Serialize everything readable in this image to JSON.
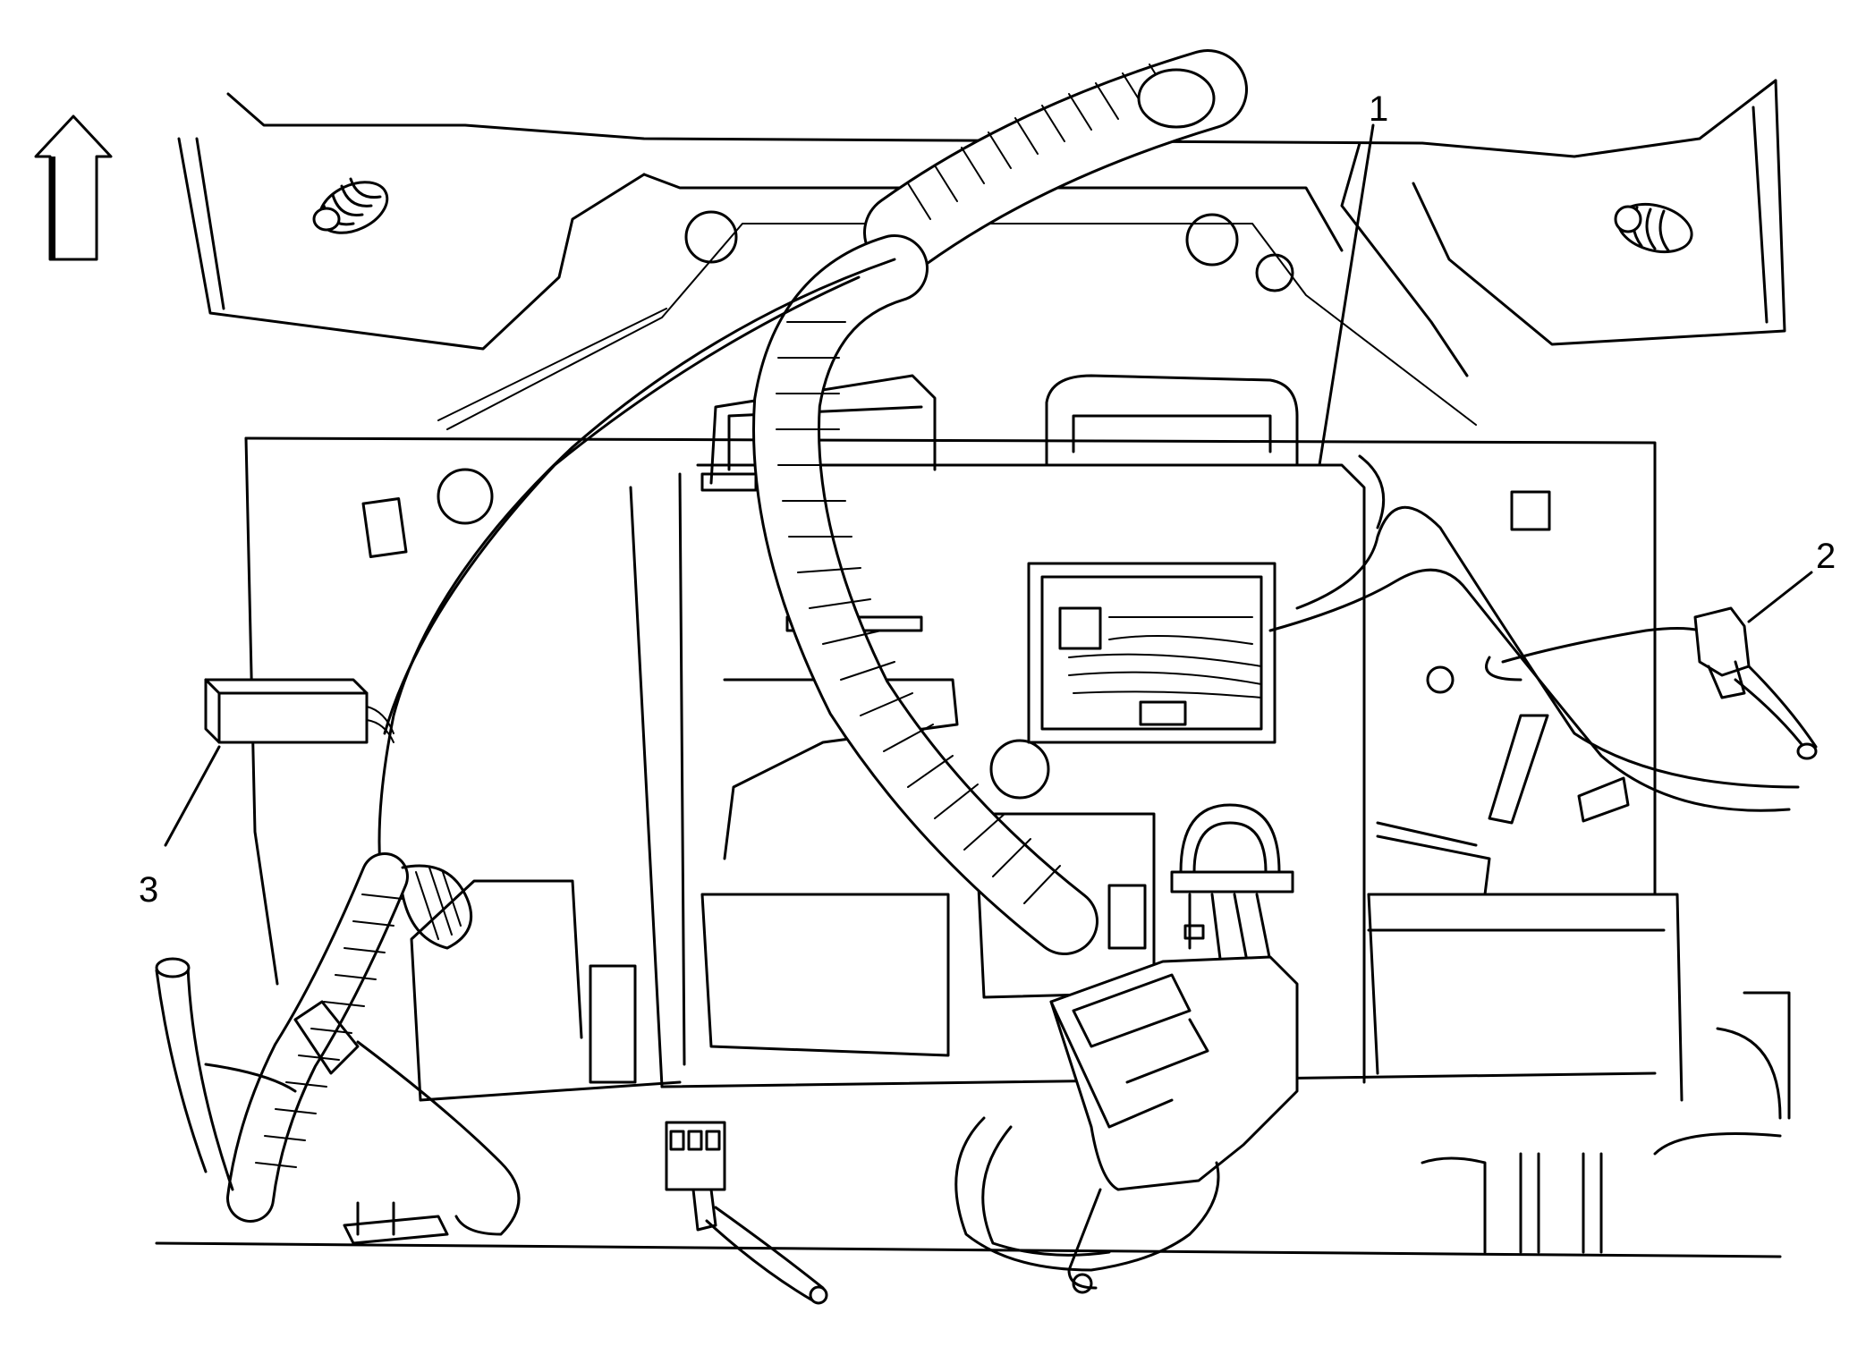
{
  "callouts": [
    {
      "id": "1",
      "label": "1"
    },
    {
      "id": "2",
      "label": "2"
    },
    {
      "id": "3",
      "label": "3"
    }
  ],
  "colors": {
    "line": "#000000",
    "background": "#ffffff"
  },
  "icons": {
    "orientation": "up-arrow-icon"
  }
}
